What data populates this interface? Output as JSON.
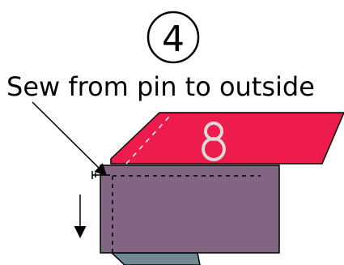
{
  "step": {
    "number": "4"
  },
  "caption": {
    "text": "Sew from pin to outside"
  },
  "fabric_top": {
    "number_label": "8"
  },
  "colors": {
    "pink_fabric": "#ee1c4d",
    "purple_fabric": "#826583",
    "blue_gray_fabric": "#6f8a95",
    "outline": "#000000",
    "pin_ring": "#d8d8d8",
    "stitch_line_light": "#ffffff",
    "stitch_line_dark": "#000000"
  },
  "icons": {
    "step_badge": "circled-number",
    "pointer": "diagonal-arrow",
    "direction": "down-arrow",
    "pin": "pin-icon",
    "label_shape": "figure-eight"
  }
}
